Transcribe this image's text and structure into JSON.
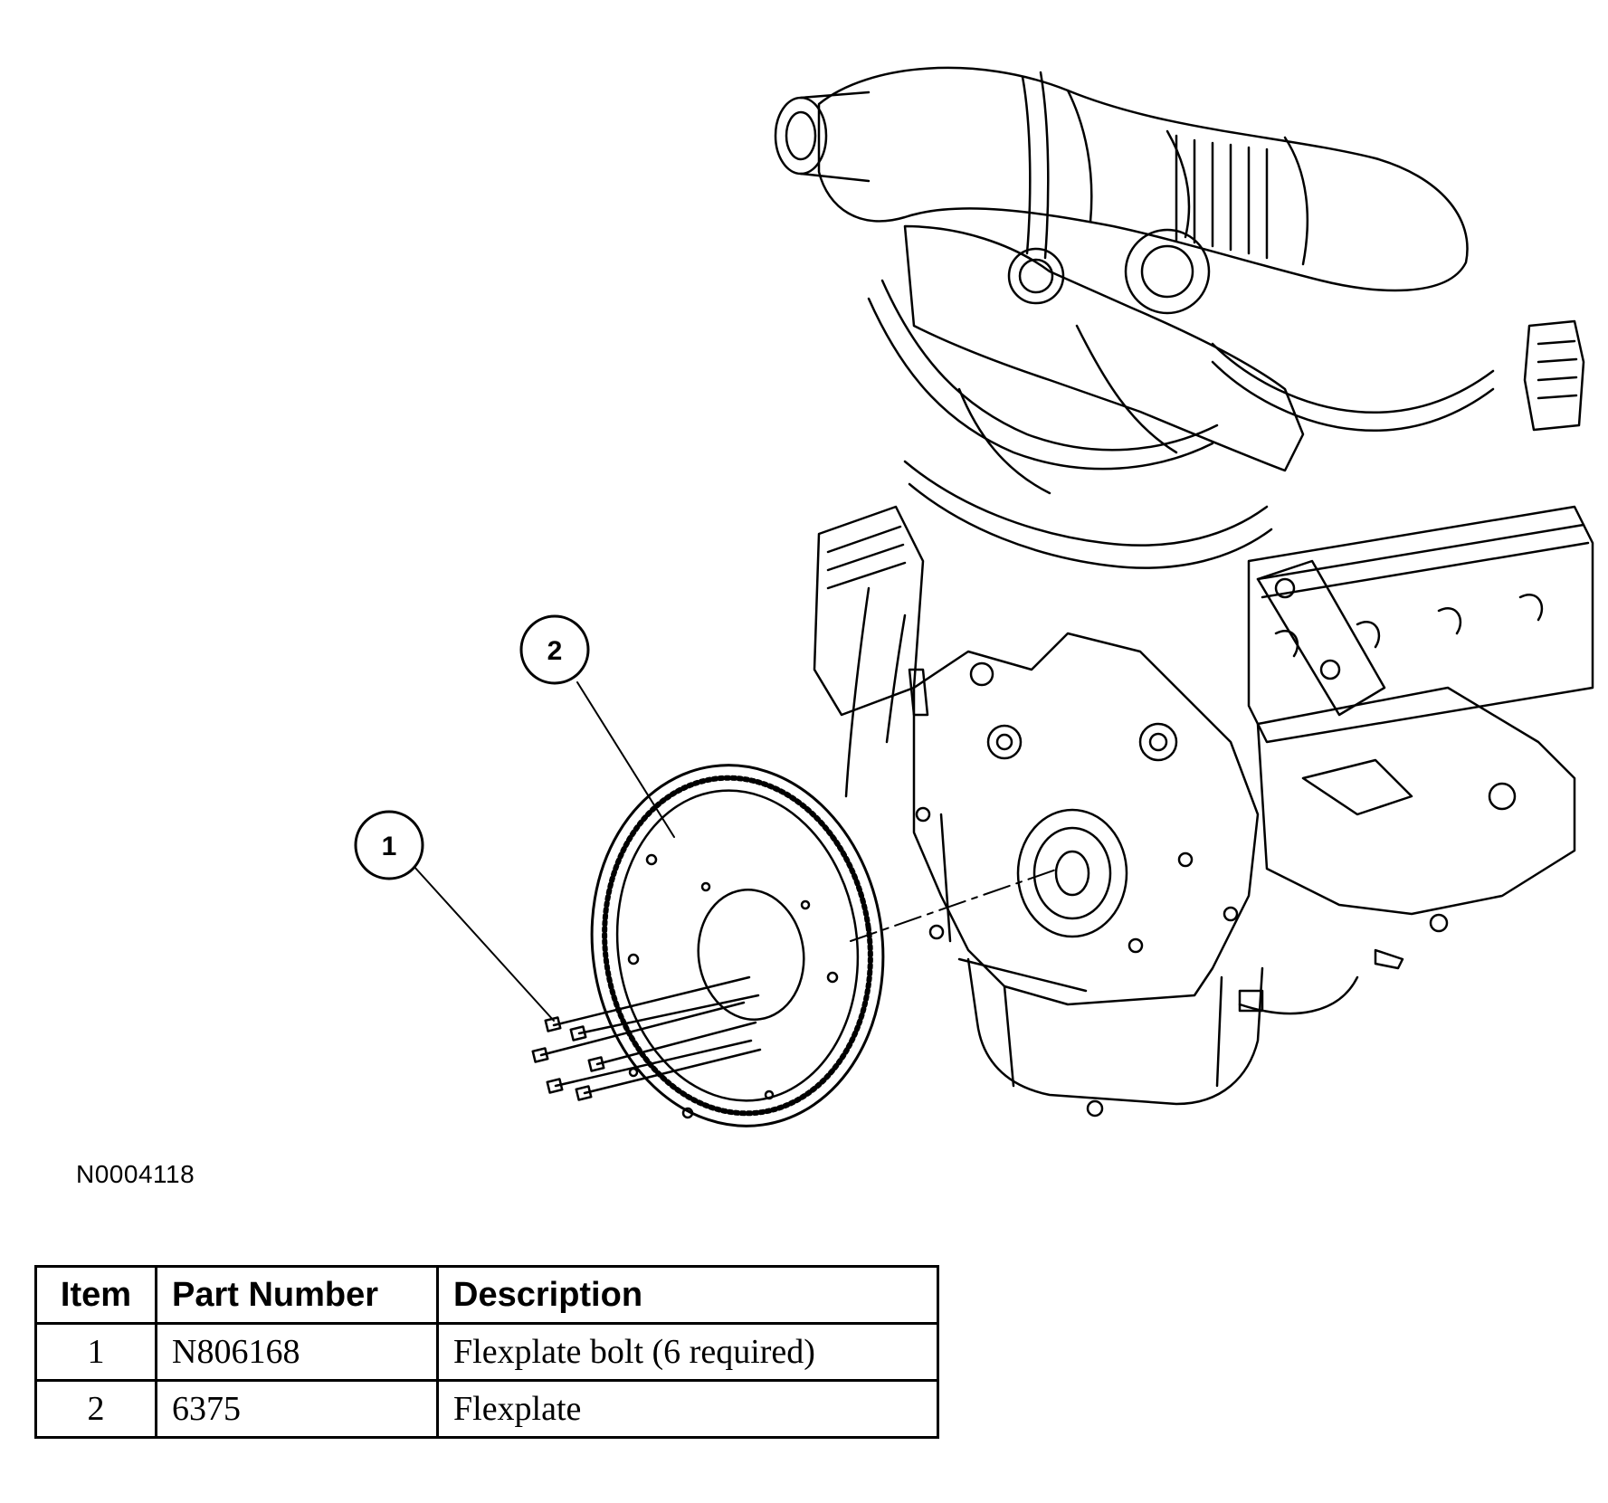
{
  "diagram": {
    "callouts": [
      {
        "number": "1",
        "target": "flexplate-bolts"
      },
      {
        "number": "2",
        "target": "flexplate"
      }
    ],
    "figure_id": "N0004118"
  },
  "table": {
    "headers": [
      "Item",
      "Part Number",
      "Description"
    ],
    "rows": [
      {
        "item": "1",
        "part_number": "N806168",
        "description": "Flexplate bolt (6 required)"
      },
      {
        "item": "2",
        "part_number": "6375",
        "description": "Flexplate"
      }
    ]
  }
}
